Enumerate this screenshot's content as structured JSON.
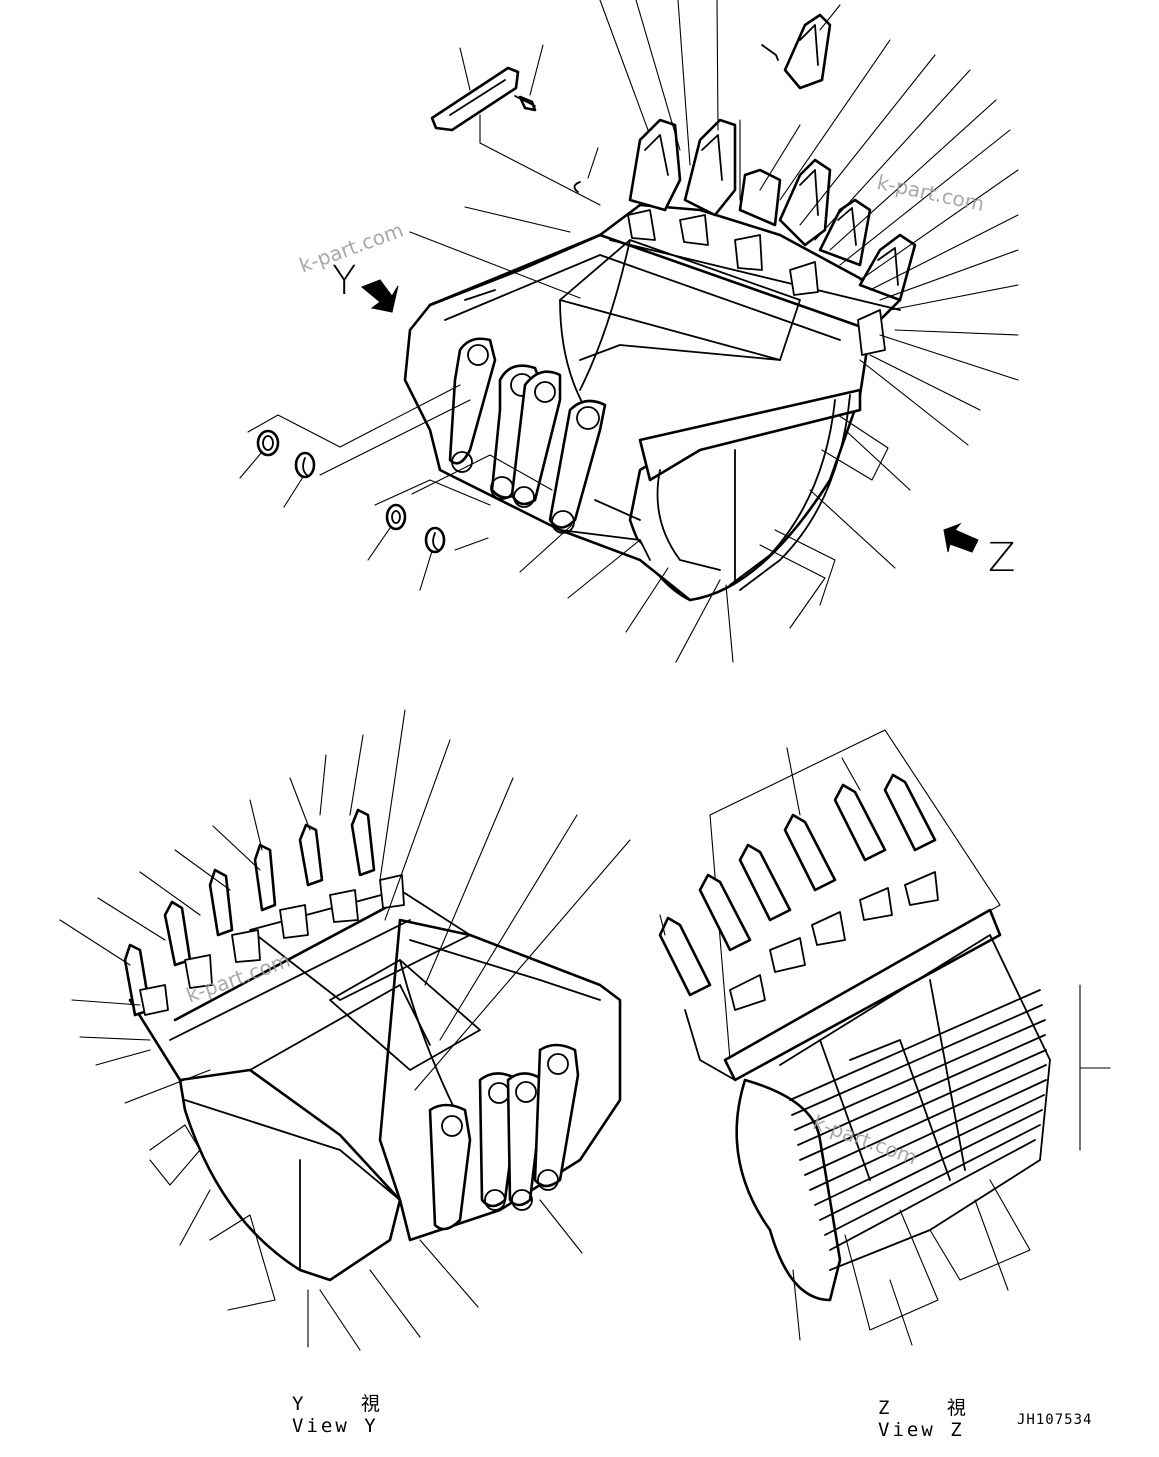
{
  "diagram": {
    "type": "exploded parts diagram",
    "subject": "excavator bucket assembly (isometric views)",
    "colors": {
      "line": "#000000",
      "background": "#ffffff",
      "watermark": "#9a9a9a"
    },
    "main_view": {
      "view_markers": [
        {
          "letter": "Y",
          "arrow": "pointing down-right toward bucket side"
        },
        {
          "letter": "Z",
          "arrow": "pointing up-left toward bucket bottom"
        }
      ]
    },
    "views": [
      {
        "id": "view-y",
        "caption_jp": "Y 視",
        "caption_en": "View Y"
      },
      {
        "id": "view-z",
        "caption_jp": "Z 視",
        "caption_en": "View Z"
      }
    ],
    "document_number": "JH107534",
    "watermarks": [
      "k-part.com",
      "k-part.com",
      "k-part.com",
      "k-part.com"
    ]
  }
}
